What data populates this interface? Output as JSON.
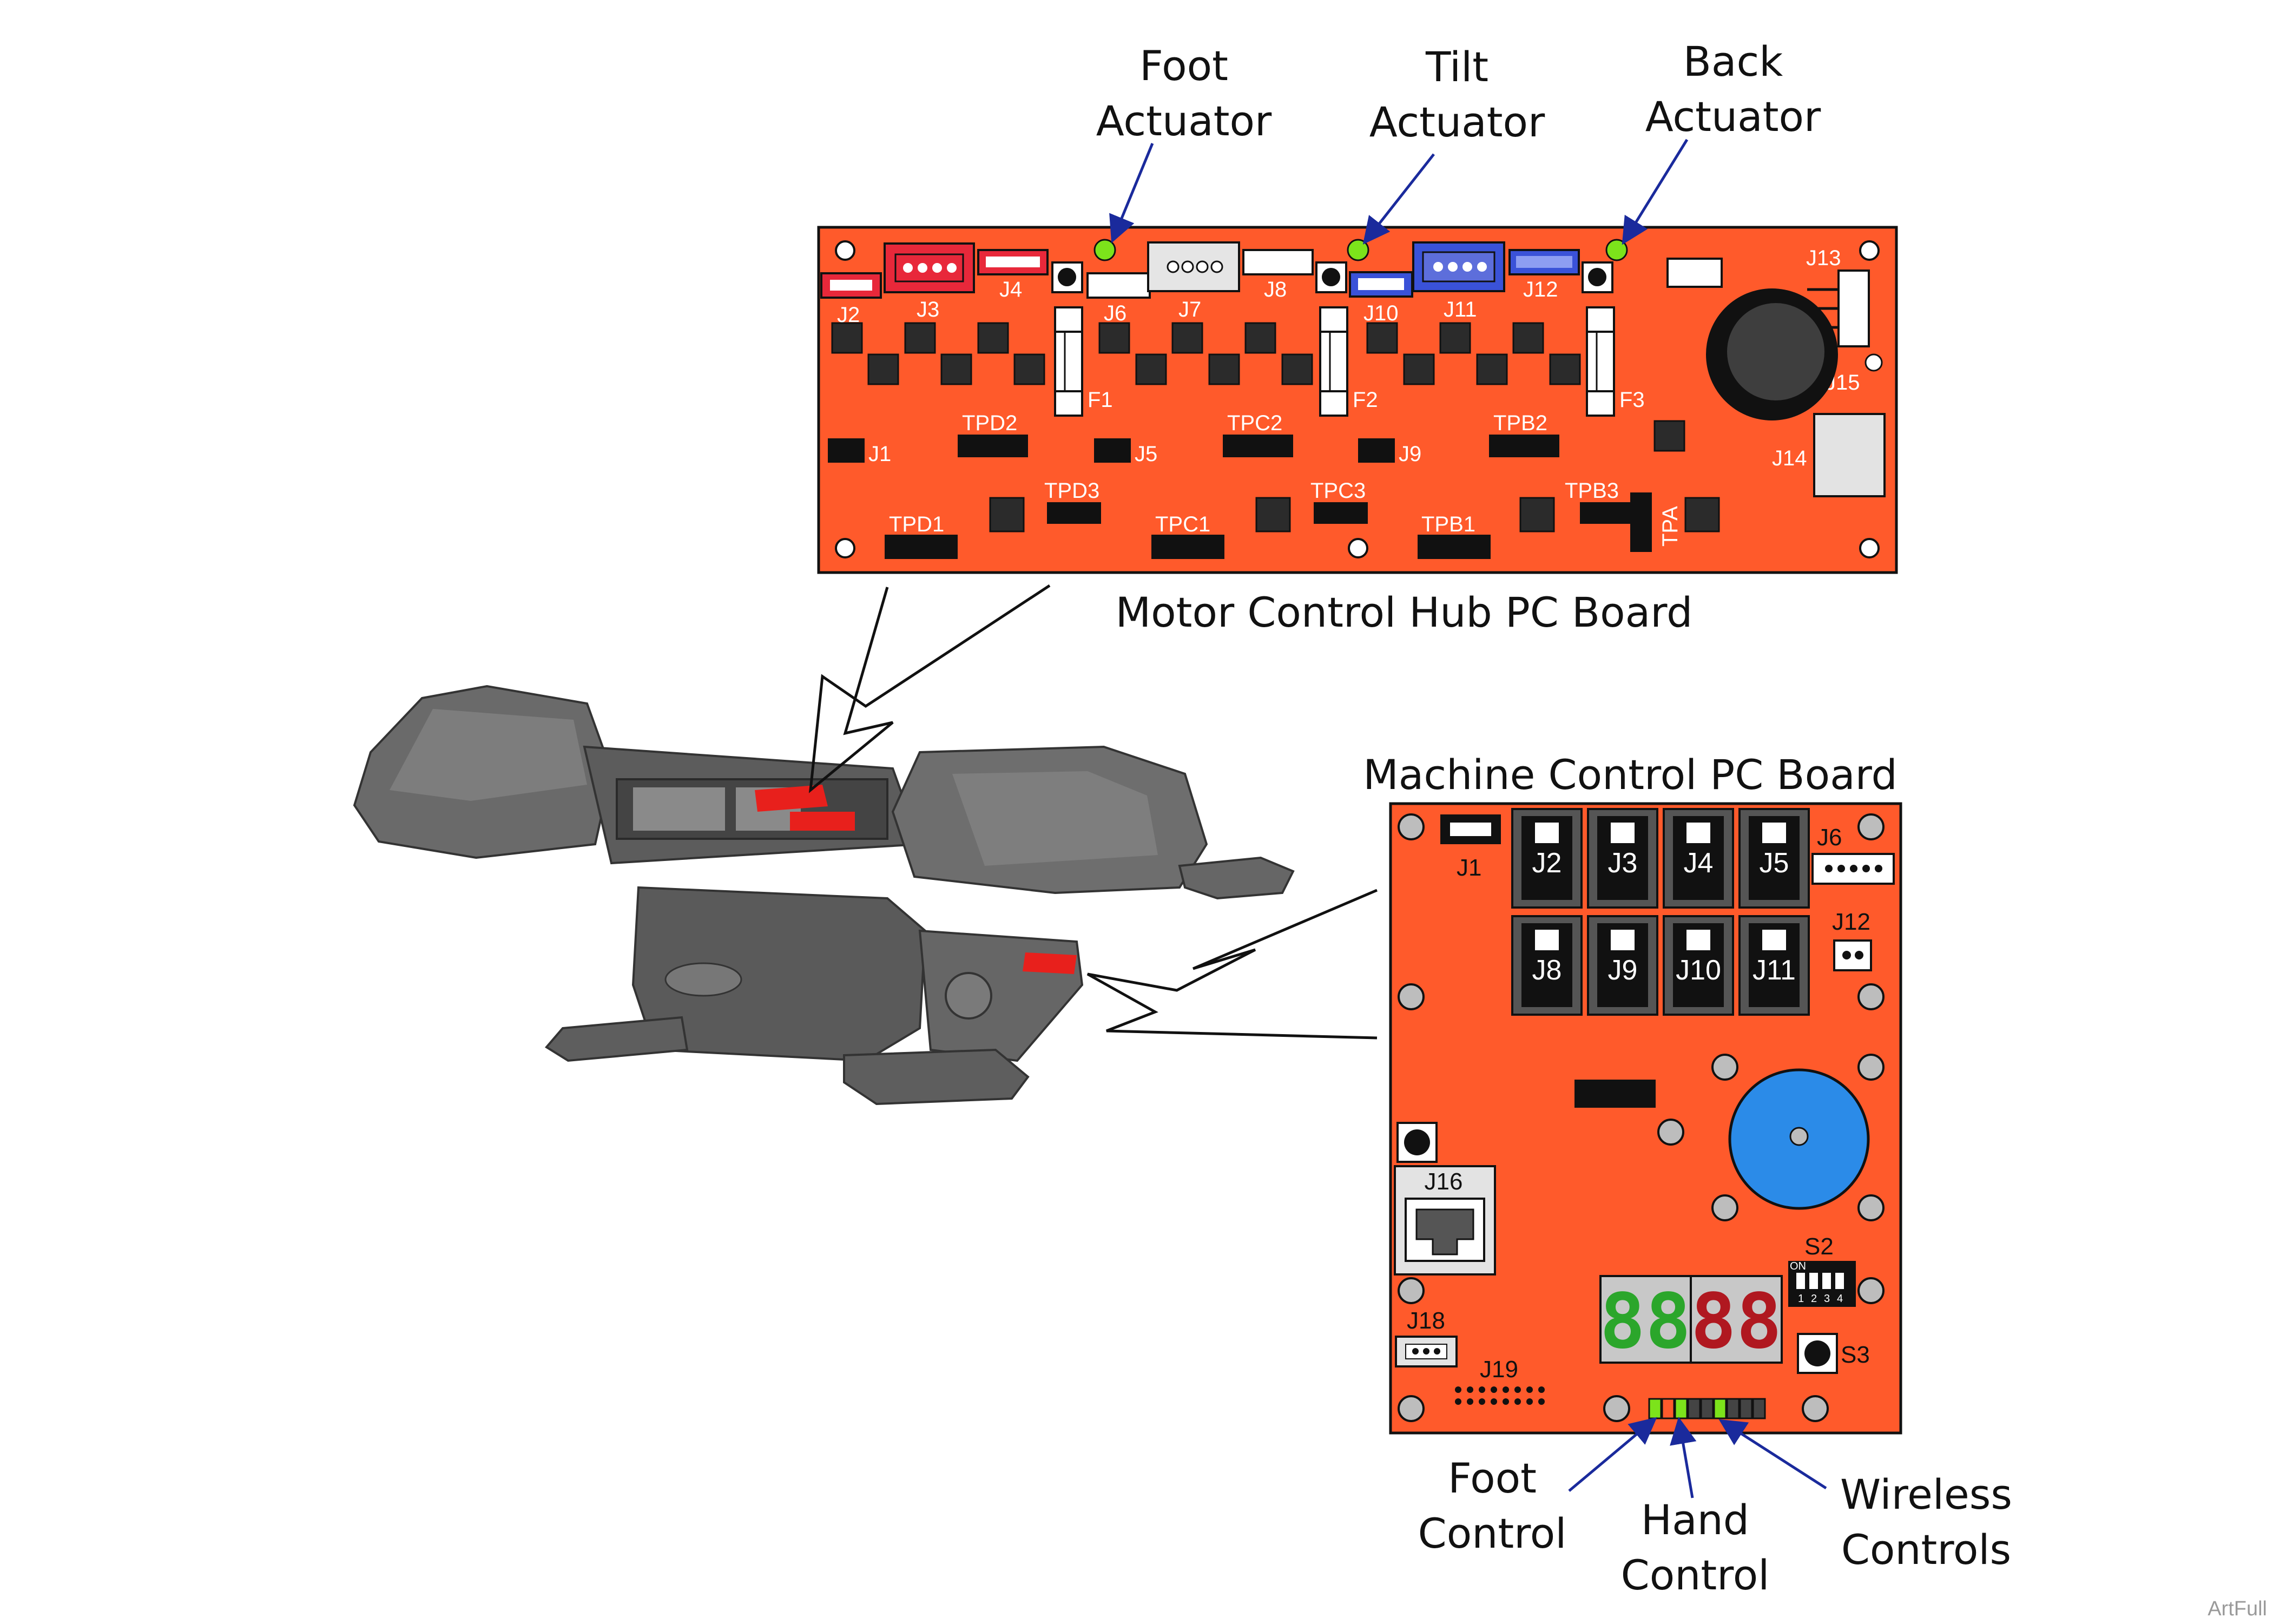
{
  "colors": {
    "board": "#FF5A2B",
    "led_green": "#7CE31B",
    "buzzer": "#2B8BE8",
    "arrow": "#1A2A9C",
    "chair": "#5A5A5A"
  },
  "motor_board": {
    "title": "Motor Control Hub PC Board",
    "callouts": [
      {
        "id": "foot",
        "lines": [
          "Foot",
          "Actuator"
        ]
      },
      {
        "id": "tilt",
        "lines": [
          "Tilt",
          "Actuator"
        ]
      },
      {
        "id": "back",
        "lines": [
          "Back",
          "Actuator"
        ]
      }
    ],
    "connectors": [
      "J2",
      "J3",
      "J4",
      "J6",
      "J7",
      "J8",
      "J10",
      "J11",
      "J12",
      "J13",
      "J15",
      "J14"
    ],
    "fuses": [
      "F1",
      "F2",
      "F3"
    ],
    "headers": [
      "J1",
      "TPD2",
      "J5",
      "TPC2",
      "J9",
      "TPB2",
      "TPD3",
      "TPC3",
      "TPB3",
      "TPA",
      "TPD1",
      "TPC1",
      "TPB1"
    ]
  },
  "machine_board": {
    "title": "Machine Control PC Board",
    "connectors": [
      "J1",
      "J6",
      "J12",
      "J16",
      "J18",
      "J19",
      "S2",
      "S3"
    ],
    "jacks_top": [
      "J2",
      "J3",
      "J4",
      "J5"
    ],
    "jacks_bottom": [
      "J8",
      "J9",
      "J10",
      "J11"
    ],
    "dip_switch": {
      "label": "ON",
      "positions": [
        "1",
        "2",
        "3",
        "4"
      ]
    },
    "display": {
      "left": "88",
      "right": "88"
    },
    "callouts": [
      {
        "id": "foot",
        "lines": [
          "Foot",
          "Control"
        ]
      },
      {
        "id": "hand",
        "lines": [
          "Hand",
          "Control"
        ]
      },
      {
        "id": "wireless",
        "lines": [
          "Wireless",
          "Controls"
        ]
      }
    ]
  },
  "credit": "ArtFull"
}
